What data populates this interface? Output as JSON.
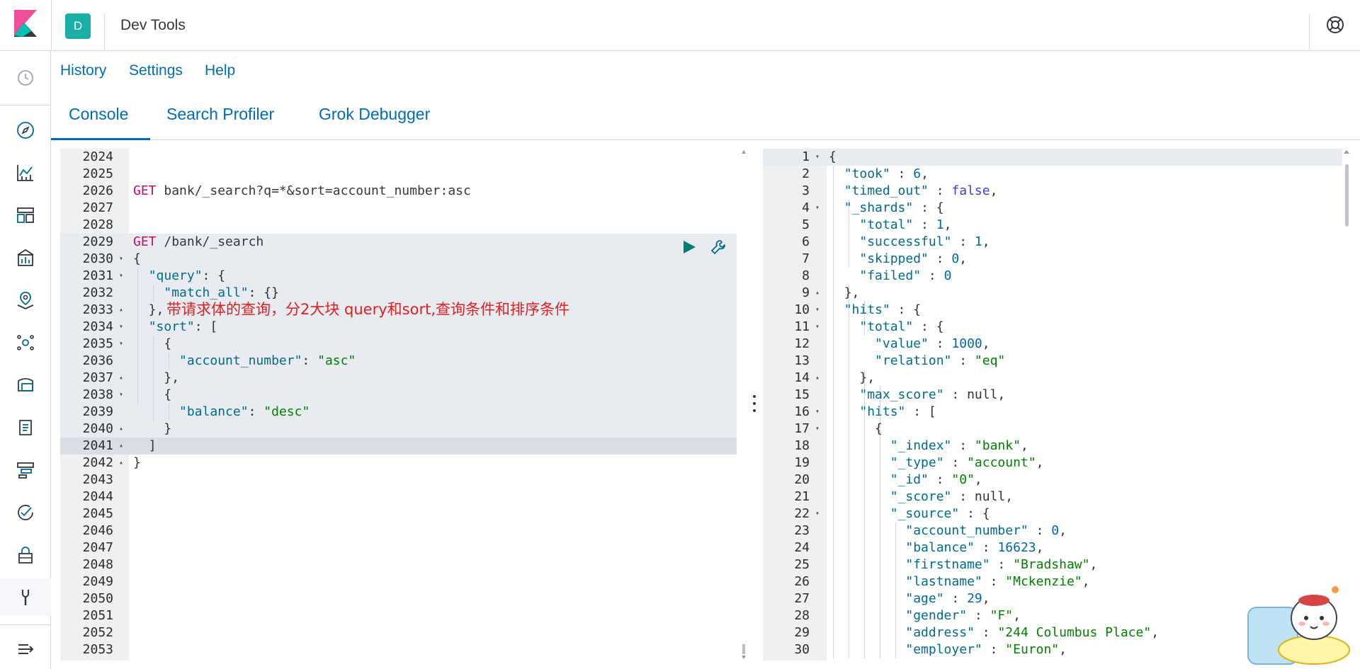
{
  "header": {
    "space_initial": "D",
    "app_title": "Dev Tools"
  },
  "topmenu": {
    "history": "History",
    "settings": "Settings",
    "help": "Help"
  },
  "tabs": [
    {
      "label": "Console",
      "active": true
    },
    {
      "label": "Search Profiler",
      "active": false
    },
    {
      "label": "Grok Debugger",
      "active": false
    }
  ],
  "request_editor": {
    "line_numbers": [
      "2024",
      "2025",
      "2026",
      "2027",
      "2028",
      "2029",
      "2030",
      "2031",
      "2032",
      "2033",
      "2034",
      "2035",
      "2036",
      "2037",
      "2038",
      "2039",
      "2040",
      "2041",
      "2042",
      "2043",
      "2044",
      "2045",
      "2046",
      "2047",
      "2048",
      "2049",
      "2050",
      "2051",
      "2052",
      "2053"
    ],
    "comment": "带请求体的查询，分2大块 query和sort,查询条件和排序条件"
  },
  "response_editor": {
    "line_numbers": [
      "1",
      "2",
      "3",
      "4",
      "5",
      "6",
      "7",
      "8",
      "9",
      "10",
      "11",
      "12",
      "13",
      "14",
      "15",
      "16",
      "17",
      "18",
      "19",
      "20",
      "21",
      "22",
      "23",
      "24",
      "25",
      "26",
      "27",
      "28",
      "29",
      "30"
    ]
  },
  "colors": {
    "accent": "#006bb8",
    "method": "#c80a68",
    "string": "#008000",
    "key": "#006b8f",
    "comment": "#e02020",
    "badge": "#1bb0a7"
  }
}
